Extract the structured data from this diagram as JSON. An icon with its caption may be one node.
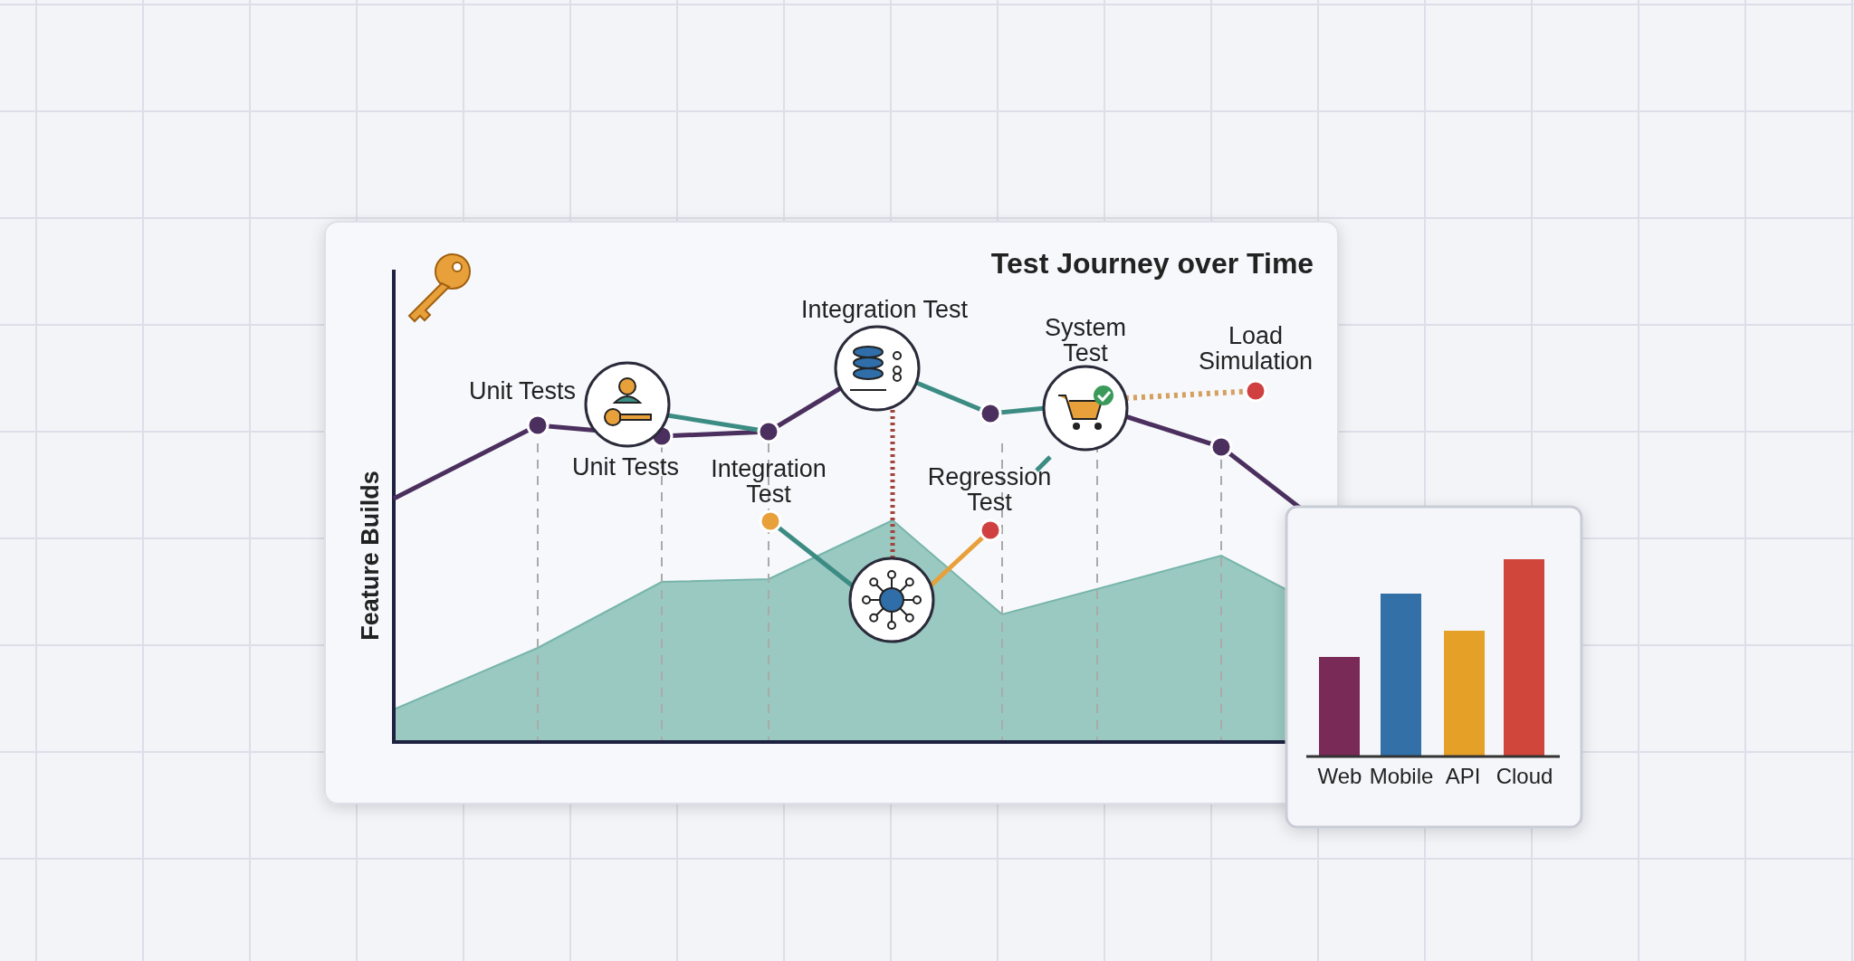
{
  "diagram": {
    "title": "Test Journey over Time",
    "labels": [
      "Feature Builds",
      "Unit Tests",
      "Unit Tests",
      "Integration Test",
      "Integration Test",
      "Regression Test",
      "System Test",
      "Load Simulation",
      "Web",
      "Mobile",
      "API",
      "Cloud"
    ]
  }
}
